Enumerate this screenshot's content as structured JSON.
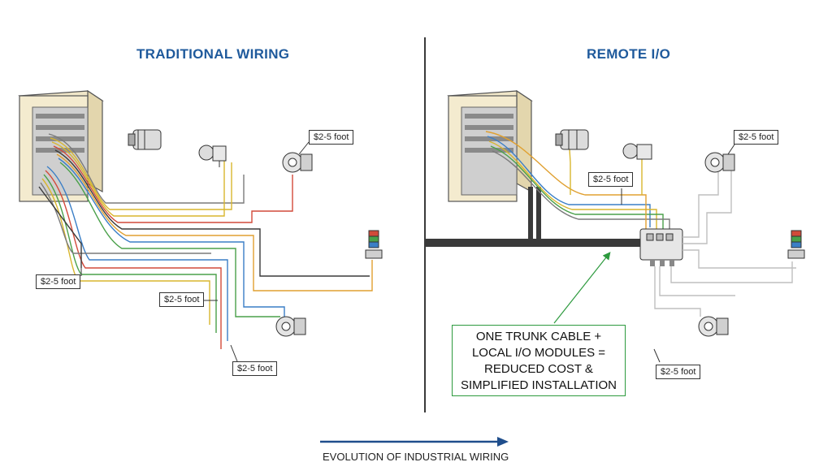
{
  "titles": {
    "left": "TRADITIONAL WIRING",
    "right": "REMOTE I/O"
  },
  "tags": {
    "l1": "$2-5 foot",
    "l2": "$2-5 foot",
    "l3": "$2-5 foot",
    "l4": "$2-5 foot",
    "r1": "$2-5 foot",
    "r2": "$2-5 foot",
    "r3": "$2-5 foot"
  },
  "callout": {
    "line1": "ONE TRUNK CABLE +",
    "line2": "LOCAL I/O MODULES =",
    "line3": "REDUCED COST &",
    "line4": "SIMPLIFIED INSTALLATION"
  },
  "footer": "EVOLUTION OF INDUSTRIAL WIRING",
  "colors": {
    "title": "#1f5a9c",
    "callout_border": "#2d9a3e",
    "arrow": "#1f4e8c",
    "wires": [
      "#d8b62e",
      "#3a7ec6",
      "#4aa04a",
      "#d24a3a",
      "#7a7a7a",
      "#e0a030"
    ]
  },
  "icons": [
    "control-cabinet-icon",
    "motor-icon",
    "valve-icon",
    "sensor-icon",
    "stack-light-icon",
    "io-module-icon"
  ]
}
